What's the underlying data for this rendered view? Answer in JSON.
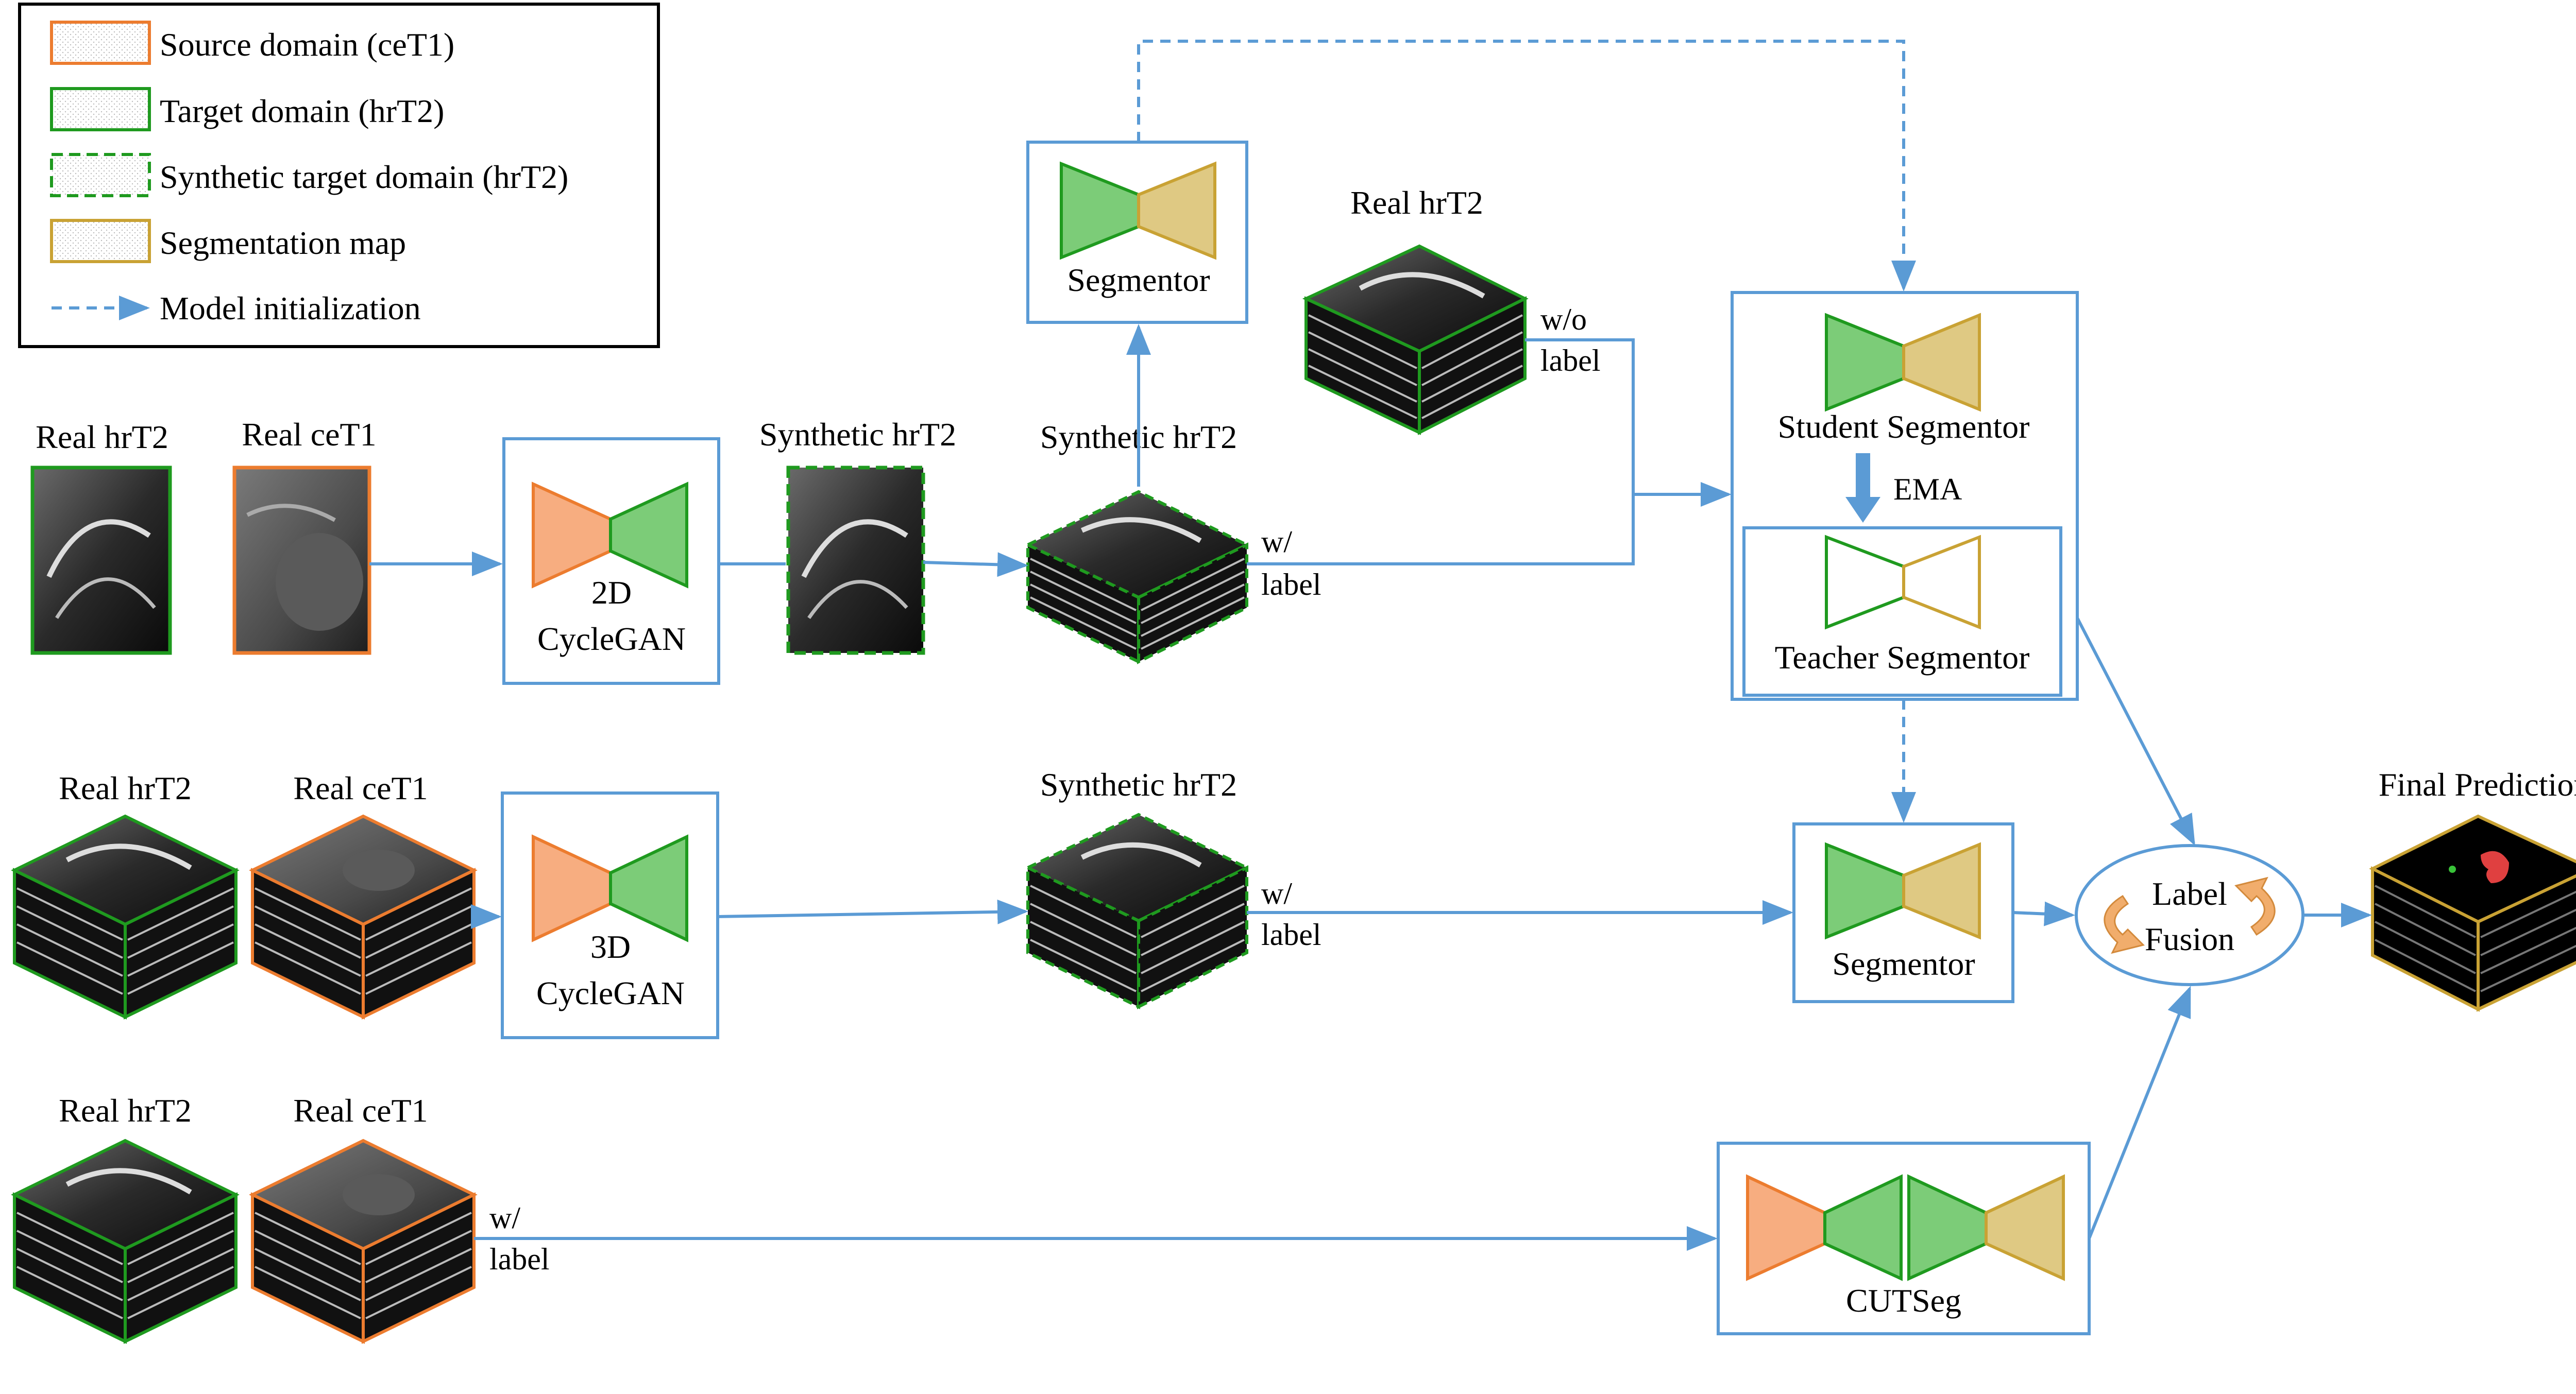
{
  "colors": {
    "source": "#ec7c2f",
    "source_fill": "#f7ad80",
    "target": "#1f9a1f",
    "target_fill": "#7ccc78",
    "seg": "#c9a234",
    "seg_fill": "#dfc983",
    "arrow": "#5b9bd5",
    "box": "#5b9bd5",
    "fusion_arrow": "#f1ad6c"
  },
  "legend": {
    "items": [
      {
        "label": "Source domain (ceT1)"
      },
      {
        "label": "Target domain (hrT2)"
      },
      {
        "label": "Synthetic target domain (hrT2)"
      },
      {
        "label": "Segmentation map"
      },
      {
        "label": "Model initialization"
      }
    ]
  },
  "row1": {
    "real_hrt2": "Real hrT2",
    "real_cet1": "Real ceT1",
    "gan_line1": "2D",
    "gan_line2": "CycleGAN",
    "synthetic_2d": "Synthetic hrT2",
    "synthetic_3d": "Synthetic hrT2",
    "with_label_1": "w/",
    "with_label_2": "label",
    "segmentor": "Segmentor",
    "real_hrt2_top": "Real hrT2",
    "without_label_1": "w/o",
    "without_label_2": "label",
    "student": "Student Segmentor",
    "ema": "EMA",
    "teacher": "Teacher Segmentor"
  },
  "row2": {
    "real_hrt2": "Real hrT2",
    "real_cet1": "Real ceT1",
    "gan_line1": "3D",
    "gan_line2": "CycleGAN",
    "synthetic": "Synthetic hrT2",
    "with_label_1": "w/",
    "with_label_2": "label",
    "segmentor": "Segmentor",
    "fusion_line1": "Label",
    "fusion_line2": "Fusion",
    "final": "Final Prediction"
  },
  "row3": {
    "real_hrt2": "Real hrT2",
    "real_cet1": "Real ceT1",
    "with_label_1": "w/",
    "with_label_2": "label",
    "cutseg": "CUTSeg"
  }
}
